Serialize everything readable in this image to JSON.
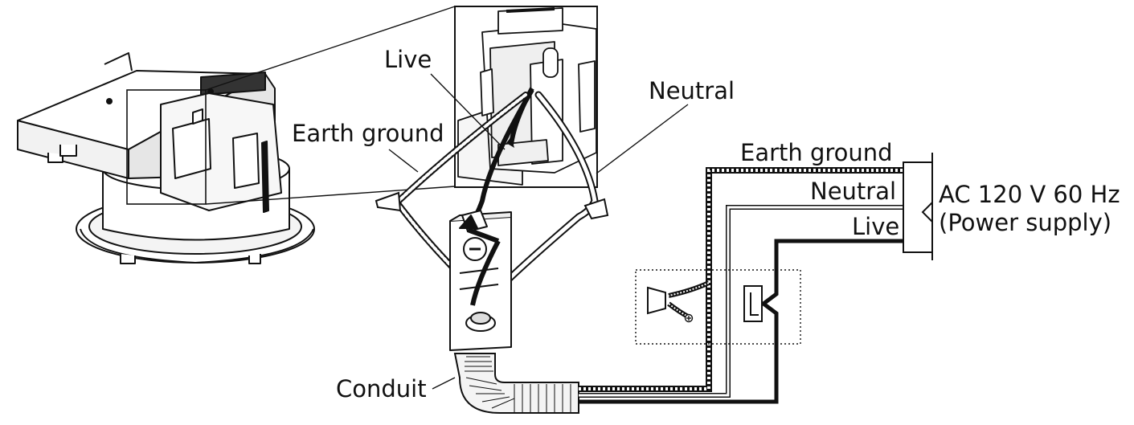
{
  "labels": {
    "live_zoom": "Live",
    "neutral_top": "Neutral",
    "earth_ground_left": "Earth ground",
    "conduit": "Conduit",
    "earth_ground_right": "Earth ground",
    "neutral_right": "Neutral",
    "live_right": "Live",
    "power_line1": "AC 120 V 60 Hz",
    "power_line2": "(Power supply)"
  },
  "colors": {
    "line": "#111111",
    "background": "#ffffff",
    "light_fill": "#f2f2f2",
    "mid_fill": "#d9d9d9"
  },
  "icons": {
    "plug_symbol": "plug-icon",
    "ground_symbol": "ground-plus-icon",
    "switch_symbol": "switch-icon"
  }
}
